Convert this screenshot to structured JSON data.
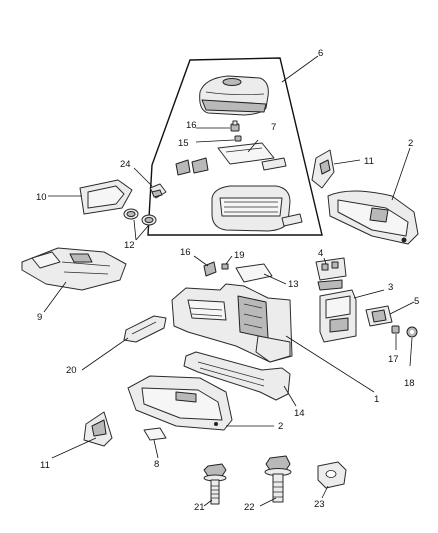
{
  "callouts": {
    "c1": "1",
    "c2a": "2",
    "c2b": "2",
    "c3": "3",
    "c4": "4",
    "c5": "5",
    "c6": "6",
    "c7": "7",
    "c8": "8",
    "c9": "9",
    "c10": "10",
    "c11a": "11",
    "c11b": "11",
    "c12": "12",
    "c13": "13",
    "c14": "14",
    "c15": "15",
    "c16a": "16",
    "c16b": "16",
    "c17": "17",
    "c18": "18",
    "c19": "19",
    "c20": "20",
    "c21": "21",
    "c22": "22",
    "c23": "23",
    "c24": "24"
  }
}
